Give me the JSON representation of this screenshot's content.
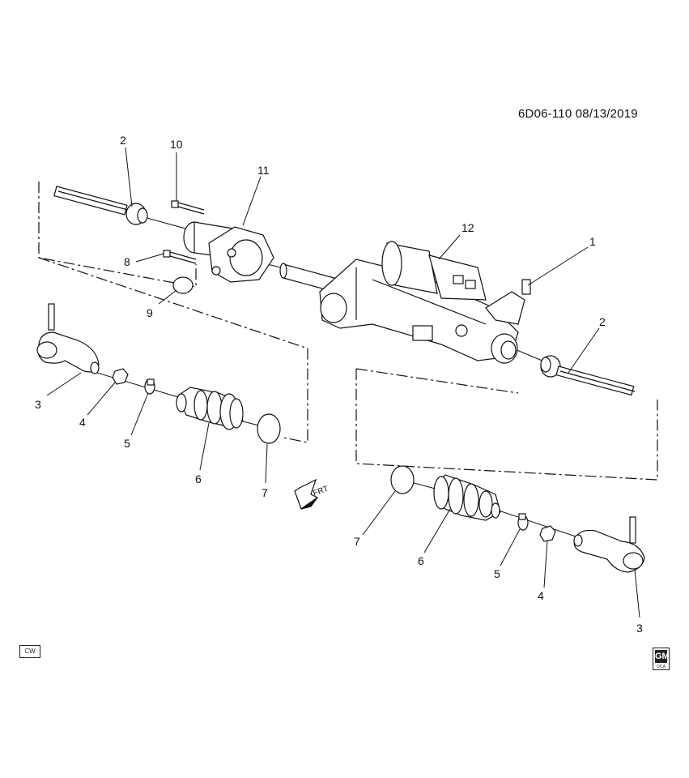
{
  "diagram_id": "6D06-110  08/13/2019",
  "code_box": "CW",
  "logo_text": "GM",
  "logo_subtext": "OCA",
  "direction_label": "FRT",
  "callouts": {
    "c1": "1",
    "c2a": "2",
    "c2b": "2",
    "c3a": "3",
    "c3b": "3",
    "c4a": "4",
    "c4b": "4",
    "c5a": "5",
    "c5b": "5",
    "c6a": "6",
    "c6b": "6",
    "c7a": "7",
    "c7b": "7",
    "c8": "8",
    "c9": "9",
    "c10": "10",
    "c11": "11",
    "c12": "12"
  }
}
